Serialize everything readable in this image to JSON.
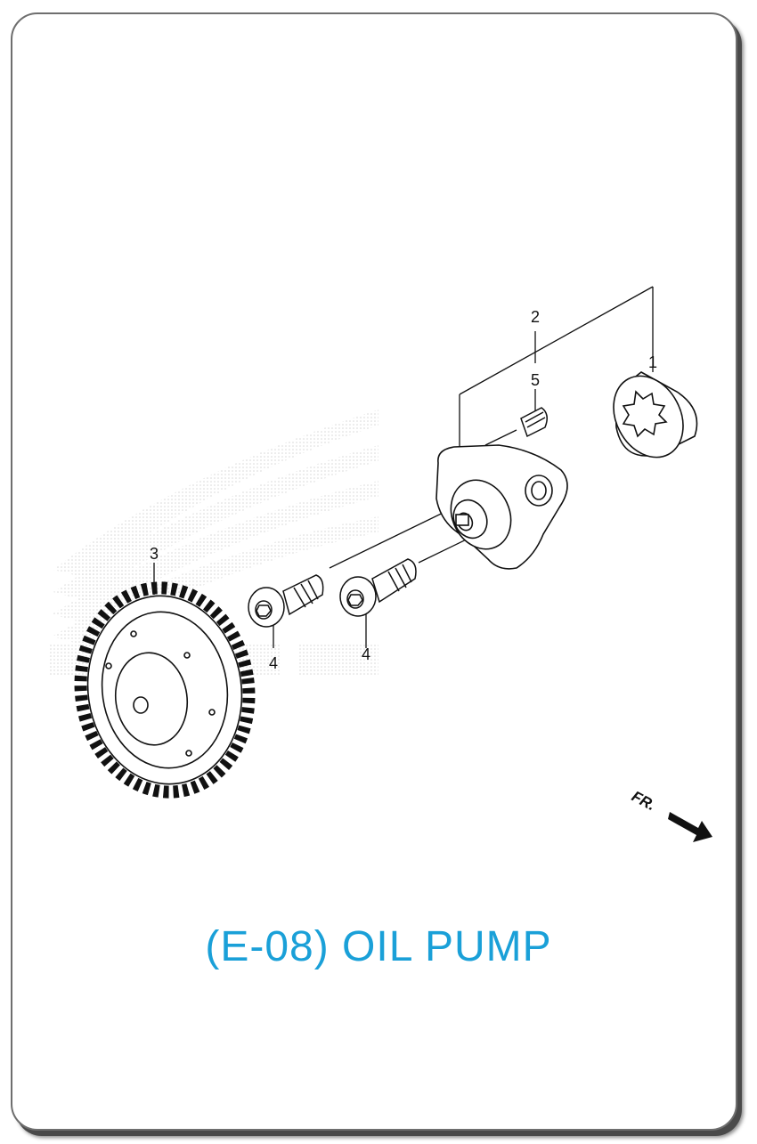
{
  "diagram": {
    "callouts": {
      "c1": "1",
      "c2": "2",
      "c3": "3",
      "c4a": "4",
      "c4b": "4",
      "c5": "5"
    },
    "front_indicator": "FR.",
    "watermark": "HONDA wing (faint)"
  },
  "title": "(E-08) OIL PUMP",
  "colors": {
    "title": "#1aa0d8",
    "line": "#111111",
    "frame": "#6e6e6e"
  }
}
